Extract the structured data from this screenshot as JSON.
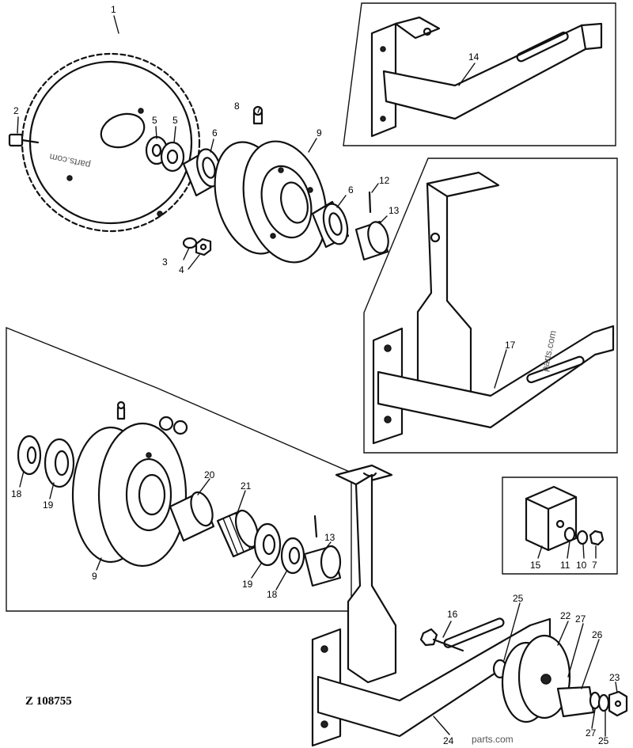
{
  "figure_code": "Z 108755",
  "watermarks": [
    "parts.com",
    "parts.com",
    "parts.com"
  ],
  "callouts": {
    "c1": "1",
    "c2": "2",
    "c3": "3",
    "c4": "4",
    "c5a": "5",
    "c5b": "5",
    "c6a": "6",
    "c6b": "6",
    "c8": "8",
    "c9a": "9",
    "c9b": "9",
    "c12": "12",
    "c13a": "13",
    "c13b": "13",
    "c14": "14",
    "c17": "17",
    "c18a": "18",
    "c18b": "18",
    "c19a": "19",
    "c19b": "19",
    "c20": "20",
    "c21": "21",
    "c15": "15",
    "c11": "11",
    "c10": "10",
    "c7": "7",
    "c16": "16",
    "c25a": "25",
    "c22": "22",
    "c27a": "27",
    "c26": "26",
    "c23": "23",
    "c27b": "27",
    "c25b": "25",
    "c24": "24"
  }
}
